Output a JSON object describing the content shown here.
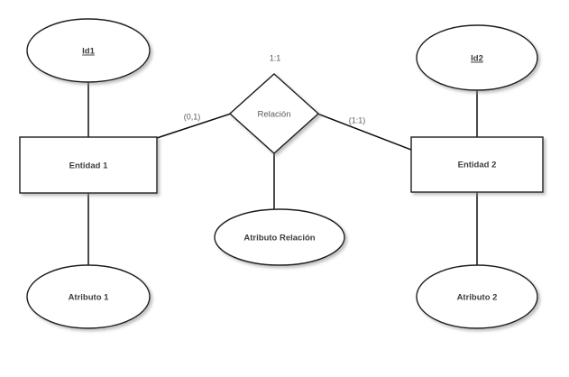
{
  "diagram": {
    "type": "entity-relationship-diagram",
    "background_color": "#ffffff",
    "shape_fill_color": "#ffffff",
    "shape_stroke_color": "#1a1a1a",
    "text_color": "#3d3d3d",
    "label_color": "#5c5c5c",
    "entities": [
      {
        "id": "entidad-1",
        "label": "Entidad 1",
        "shape": "rectangle"
      },
      {
        "id": "entidad-2",
        "label": "Entidad 2",
        "shape": "rectangle"
      }
    ],
    "relationship": {
      "id": "relacion",
      "label": "Relación",
      "shape": "diamond",
      "cardinality_top": "1:1"
    },
    "attributes": [
      {
        "id": "id1",
        "label": "Id1",
        "shape": "ellipse",
        "primary_key": true
      },
      {
        "id": "id2",
        "label": "Id2",
        "shape": "ellipse",
        "primary_key": true
      },
      {
        "id": "atributo-1",
        "label": "Atributo 1",
        "shape": "ellipse",
        "primary_key": false
      },
      {
        "id": "atributo-2",
        "label": "Atributo 2",
        "shape": "ellipse",
        "primary_key": false
      },
      {
        "id": "atributo-relacion",
        "label": "Atributo Relación",
        "shape": "ellipse",
        "primary_key": false
      }
    ],
    "edge_labels": [
      {
        "id": "left-participation",
        "label": "(0,1)"
      },
      {
        "id": "right-participation",
        "label": "(1:1)"
      }
    ]
  }
}
